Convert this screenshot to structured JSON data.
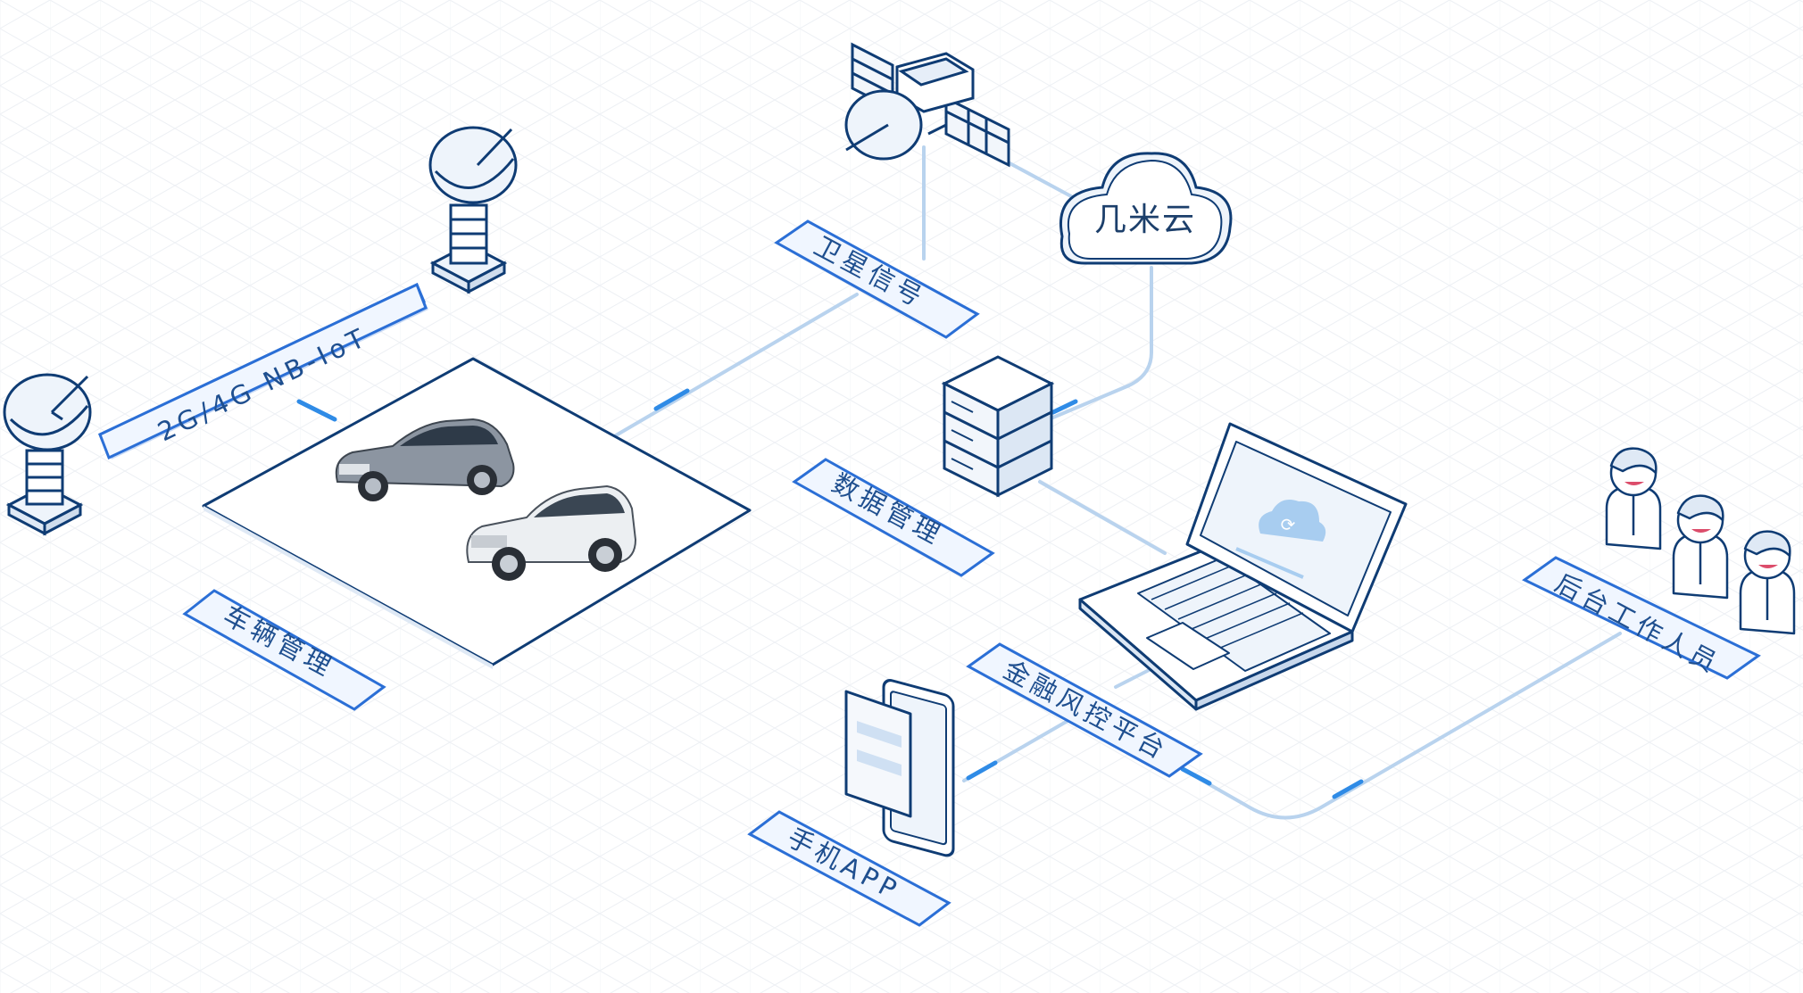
{
  "labels": {
    "network": "2G/4G  NB-IoT",
    "satellite": "卫星信号",
    "cloud": "几米云",
    "data_mgmt": "数据管理",
    "vehicle_mgmt": "车辆管理",
    "risk_platform": "金融风控平台",
    "mobile_app": "手机APP",
    "backend_staff": "后台工作人员"
  },
  "colors": {
    "line": "#0f3c74",
    "label_border": "#2b6fd6",
    "label_fill": "#f0f6ff",
    "label_text": "#1f4f8f",
    "link": "#b9d3ee",
    "link_glow": "#2f8be6",
    "grid": "#eceff3"
  },
  "icons": [
    "radar-tower-icon",
    "satellite-icon",
    "cloud-icon",
    "server-stack-icon",
    "laptop-icon",
    "phone-icon",
    "staff-icon",
    "car-icon"
  ]
}
